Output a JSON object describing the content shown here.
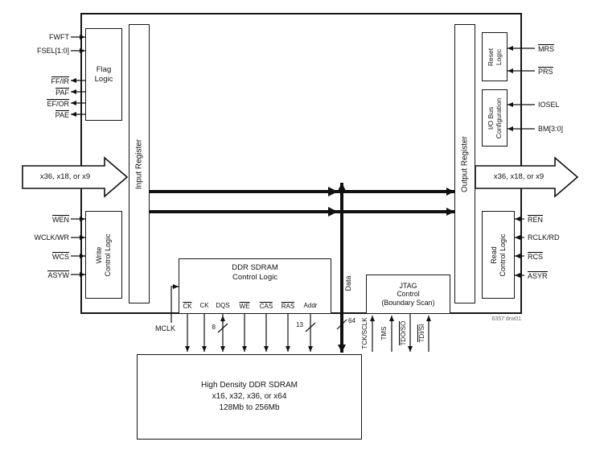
{
  "blocks": {
    "flag": {
      "lines": [
        "Flag",
        "Logic"
      ]
    },
    "input_register": {
      "label": "Input Register"
    },
    "write_control": {
      "lines": [
        "Write",
        "Control Logic"
      ]
    },
    "ddr_control": {
      "lines": [
        "DDR SDRAM",
        "Control Logic"
      ]
    },
    "jtag": {
      "lines": [
        "JTAG",
        "Control",
        "(Boundary Scan)"
      ]
    },
    "sdram": {
      "lines": [
        "High Density DDR SDRAM",
        "x16, x32, x36, or x64",
        "128Mb to 256Mb"
      ]
    },
    "output_register": {
      "label": "Output Register"
    },
    "reset": {
      "lines": [
        "Reset",
        "Logic"
      ]
    },
    "io_bus": {
      "lines": [
        "I/O Bus",
        "Configuration"
      ]
    },
    "read_control": {
      "lines": [
        "Read",
        "Control Logic"
      ]
    }
  },
  "buses": {
    "left_label": "x36, x18, or x9",
    "right_label": "x36, x18, or x9",
    "data_label": "Data",
    "widths": {
      "dqs": "8",
      "addr": "13",
      "data": "64"
    }
  },
  "signals": {
    "top_left": [
      {
        "label": "FWFT",
        "overline": false
      },
      {
        "label": "FSEL[1:0]",
        "overline": false
      }
    ],
    "flag_out": [
      {
        "label": "FF/IR",
        "overline": true
      },
      {
        "label": "PAF",
        "overline": true
      },
      {
        "label": "EF/OR",
        "overline": true
      },
      {
        "label": "PAE",
        "overline": true
      }
    ],
    "write_in": [
      {
        "label": "WEN",
        "overline": true
      },
      {
        "label": "WCLK/WR",
        "overline": false
      },
      {
        "label": "WCS",
        "overline": true
      },
      {
        "label": "ASYW",
        "overline": true
      }
    ],
    "reset_in": [
      {
        "label": "MRS",
        "overline": true
      },
      {
        "label": "PRS",
        "overline": true
      }
    ],
    "io_in": [
      {
        "label": "IOSEL",
        "overline": false
      },
      {
        "label": "BM[3:0]",
        "overline": false
      }
    ],
    "read_in": [
      {
        "label": "REN",
        "overline": true
      },
      {
        "label": "RCLK/RD",
        "overline": false
      },
      {
        "label": "RCS",
        "overline": true
      },
      {
        "label": "ASYR",
        "overline": true
      }
    ],
    "ddr_pins": [
      {
        "label": "CK",
        "overline": true
      },
      {
        "label": "CK",
        "overline": false
      },
      {
        "label": "DQS",
        "overline": false
      },
      {
        "label": "WE",
        "overline": true
      },
      {
        "label": "CAS",
        "overline": true
      },
      {
        "label": "RAS",
        "overline": true
      },
      {
        "label": "Addr",
        "overline": false
      }
    ],
    "jtag_pins": [
      {
        "label": "TCK/SCLK",
        "overline": false
      },
      {
        "label": "TMS",
        "overline": false
      },
      {
        "label": "TDO/SO",
        "overline": true
      },
      {
        "label": "TDI/SI",
        "overline": true
      }
    ],
    "mclk": "MCLK"
  },
  "note": "6357 drw01"
}
